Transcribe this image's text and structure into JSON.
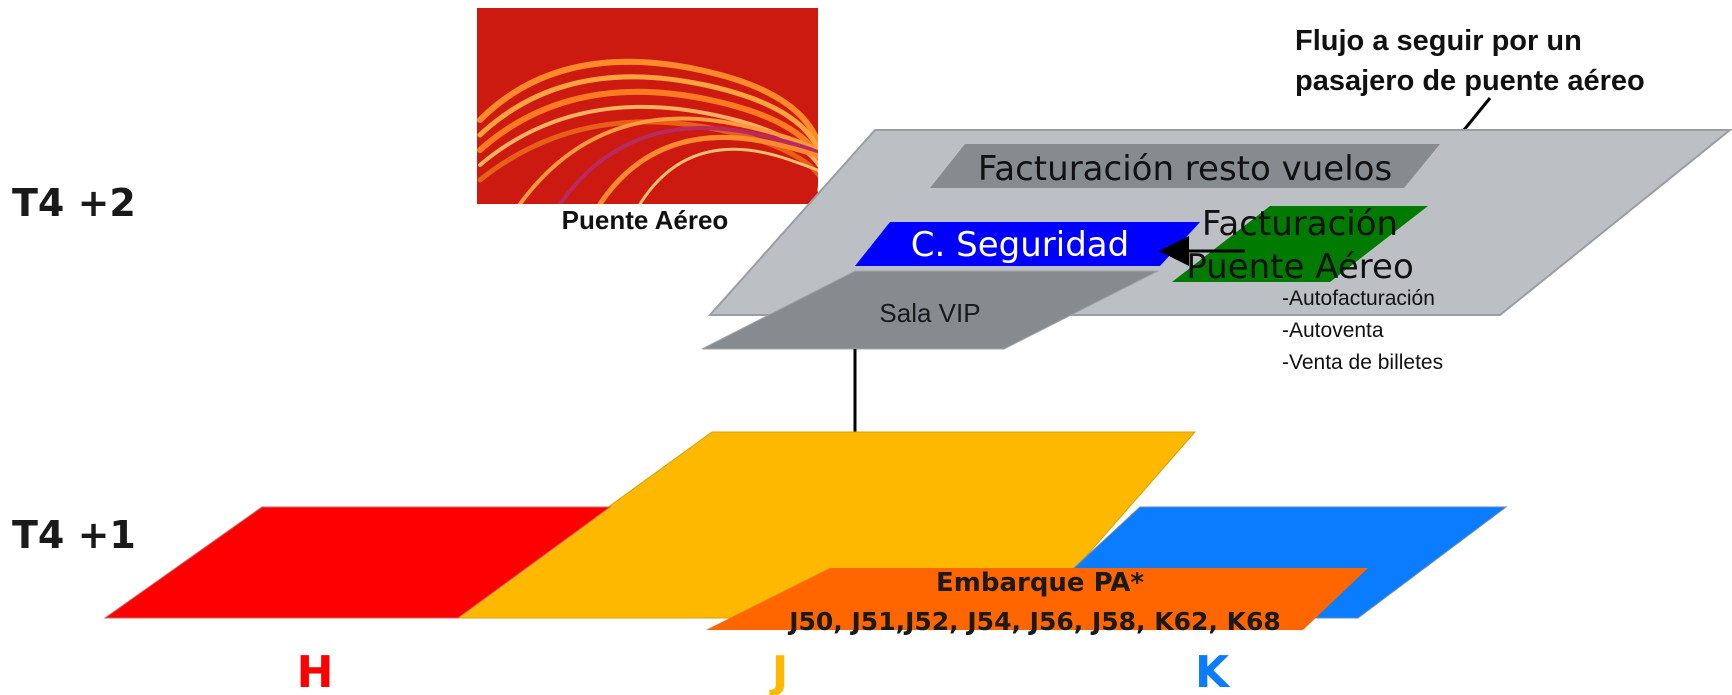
{
  "levels": {
    "upper": "T4 +2",
    "lower": "T4 +1"
  },
  "logo": {
    "caption": "Puente Aéreo"
  },
  "annotation": {
    "line1": "Flujo a seguir por un",
    "line2": "pasajero de puente aéreo"
  },
  "areas": {
    "checkin_other": "Facturación resto vuelos",
    "security": "C. Seguridad",
    "checkin_pa_line1": "Facturación",
    "checkin_pa_line2": "Puente Aéreo",
    "vip": "Sala VIP",
    "services": [
      "-Autofacturación",
      "-Autoventa",
      "-Venta de billetes"
    ],
    "boarding_line1": "Embarque PA*",
    "boarding_line2": "J50, J51,J52, J54, J56, J58, K62, K68"
  },
  "zones": [
    {
      "label": "H",
      "color": "#ff0000"
    },
    {
      "label": "J",
      "color": "#ffb800"
    },
    {
      "label": "K",
      "color": "#0a7cff"
    }
  ],
  "colors": {
    "zone_h": "#ff0000",
    "zone_j": "#ffb800",
    "zone_k": "#0a7cff",
    "boarding": "#ff6600",
    "security": "#0000ff",
    "checkin_pa": "#007a00",
    "upper_floor": "#bcbfc4",
    "dark_gray": "#868b90",
    "logo_bg": "#cc1a10"
  }
}
